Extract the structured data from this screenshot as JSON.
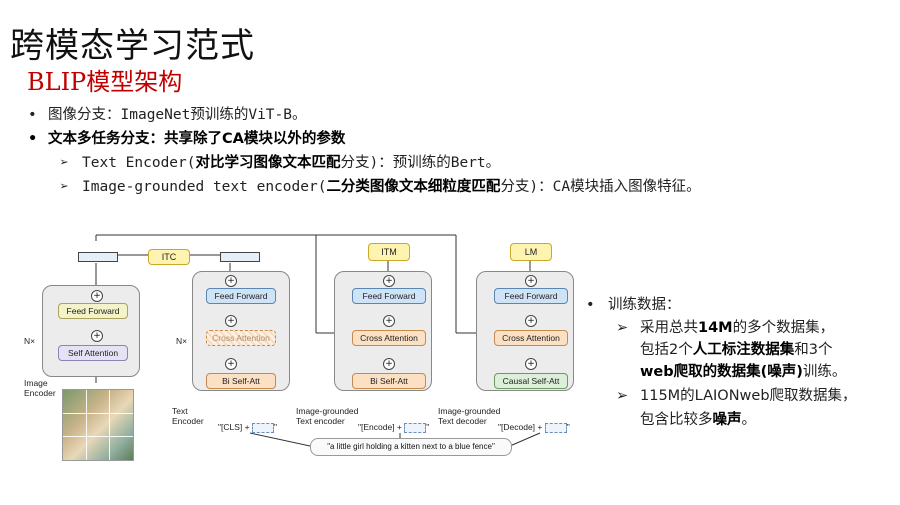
{
  "slide": {
    "title": "跨模态学习范式",
    "subtitle": "BLIP模型架构",
    "bullets": [
      {
        "marker": "•",
        "text": "图像分支：ImageNet预训练的ViT-B。"
      },
      {
        "marker": "•",
        "text": "文本多任务分支：共享除了CA模块以外的参数"
      }
    ],
    "subbullets": [
      {
        "marker": "➢",
        "text_a": "Text Encoder(",
        "bold": "对比学习图像文本匹配",
        "text_b": "分支)：预训练的Bert。"
      },
      {
        "marker": "➢",
        "text_a": "Image-grounded text encoder(",
        "bold": "二分类图像文本细粒度匹配",
        "text_b": "分支)：CA模块插入图像特征。"
      }
    ],
    "right": {
      "bullet_marker": "•",
      "heading": "训练数据：",
      "items": [
        {
          "marker": "➢",
          "line1_a": "采用总共",
          "line1_b": "14M",
          "line1_c": "的多个数据集，",
          "line2_a": "包括2个",
          "line2_b": "人工标注数据集",
          "line2_c": "和3个",
          "line3_a": "web爬取的数据集(噪声)",
          "line3_b": "训练。"
        },
        {
          "marker": "➢",
          "line1": "115M的LAIONweb爬取数据集，",
          "line2_a": "包含比较多",
          "line2_b": "噪声",
          "line2_c": "。"
        }
      ]
    }
  },
  "diagram": {
    "itc": "ITC",
    "itm": "ITM",
    "lm": "LM",
    "nx": "N×",
    "image_encoder": {
      "label_line1": "Image",
      "label_line2": "Encoder",
      "ff": "Feed Forward",
      "sa": "Self Attention"
    },
    "text_encoder": {
      "label_line1": "Text",
      "label_line2": "Encoder",
      "ff": "Feed Forward",
      "ca": "Cross Attention",
      "sa": "Bi Self-Att",
      "input": "\"[CLS] +"
    },
    "grounded_encoder": {
      "label_line1": "Image-grounded",
      "label_line2": "Text encoder",
      "ff": "Feed Forward",
      "ca": "Cross Attention",
      "sa": "Bi Self-Att",
      "input": "\"[Encode] +"
    },
    "grounded_decoder": {
      "label_line1": "Image-grounded",
      "label_line2": "Text decoder",
      "ff": "Feed Forward",
      "ca": "Cross Attention",
      "sa": "Causal Self-Att",
      "input": "\"[Decode] +"
    },
    "quote_close": "\"",
    "caption": "\"a little girl holding a kitten next to a blue fence\""
  }
}
